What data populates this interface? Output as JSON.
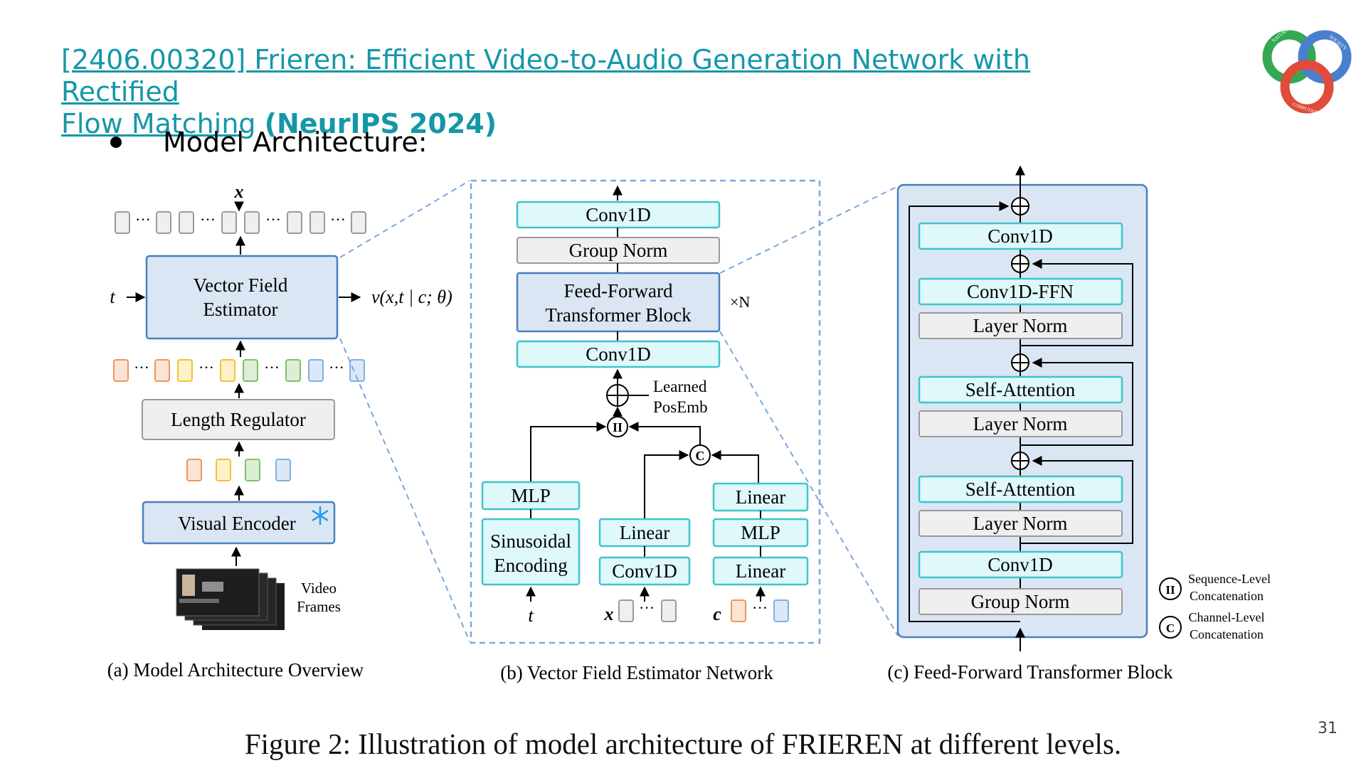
{
  "slide": {
    "title_link": "[2406.00320] Frieren: Efficient Video-to-Audio Generation Network with Rectified Flow Matching",
    "title_link_line1": "[2406.00320] Frieren: Efficient Video-to-Audio Generation Network with Rectified",
    "title_link_line2": "Flow Matching",
    "title_venue": "(NeurIPS 2024)",
    "bullet": "Model Architecture:",
    "page_number": "31"
  },
  "logo": {
    "top_left": "NATURE",
    "top_right": "SOCIETY",
    "bottom": "COMPUTATION"
  },
  "figure": {
    "caption": "Figure 2: Illustration of model architecture of FRIEREN at different levels.",
    "panel_a": {
      "caption": "(a) Model Architecture Overview",
      "x_label": "x",
      "t_label": "t",
      "vfe_line1": "Vector Field",
      "vfe_line2": "Estimator",
      "output_label": "v(x,t | c; θ)",
      "length_regulator": "Length Regulator",
      "visual_encoder": "Visual Encoder",
      "video_line1": "Video",
      "video_line2": "Frames",
      "dots": "···"
    },
    "panel_b": {
      "caption": "(b) Vector Field Estimator Network",
      "conv_top": "Conv1D",
      "group_norm": "Group Norm",
      "fft_line1": "Feed-Forward",
      "fft_line2": "Transformer Block",
      "repeat": "×N",
      "conv_mid": "Conv1D",
      "learned_line1": "Learned",
      "learned_line2": "PosEmb",
      "seq_symbol": "II",
      "chan_symbol": "C",
      "mlp": "MLP",
      "sin_line1": "Sinusoidal",
      "sin_line2": "Encoding",
      "x_linear": "Linear",
      "x_conv": "Conv1D",
      "c_linear_top": "Linear",
      "c_mlp": "MLP",
      "c_linear_bottom": "Linear",
      "t_input": "t",
      "x_input": "x",
      "c_input": "c",
      "dots": "···"
    },
    "panel_c": {
      "caption": "(c) Feed-Forward Transformer Block",
      "conv_top": "Conv1D",
      "ffn": "Conv1D-FFN",
      "ln1": "Layer Norm",
      "sa1": "Self-Attention",
      "ln2": "Layer Norm",
      "sa2": "Self-Attention",
      "ln3": "Layer Norm",
      "conv_bottom": "Conv1D",
      "group_norm": "Group Norm"
    },
    "legend": {
      "seq_line1": "Sequence-Level",
      "seq_line2": "Concatenation",
      "chan_line1": "Channel-Level",
      "chan_line2": "Concatenation"
    }
  },
  "colors": {
    "title": "#1597a8",
    "box_blue_fill": "#dbe6f4",
    "box_blue_stroke": "#4a7fbd",
    "box_cyan_fill": "#dff8fa",
    "box_cyan_stroke": "#3ec4cc",
    "box_gray_fill": "#efefef",
    "box_gray_stroke": "#9a9a9a",
    "panel_c_bg": "#dbe6f4",
    "dashed": "#7aa8dc",
    "token_orange": "#f0955a",
    "token_yellow": "#f2c233",
    "token_green": "#7fbf6a",
    "token_blue": "#7fb0e0",
    "logo_green": "#34a853",
    "logo_blue": "#4a7fd0",
    "logo_red": "#e04b3a"
  }
}
